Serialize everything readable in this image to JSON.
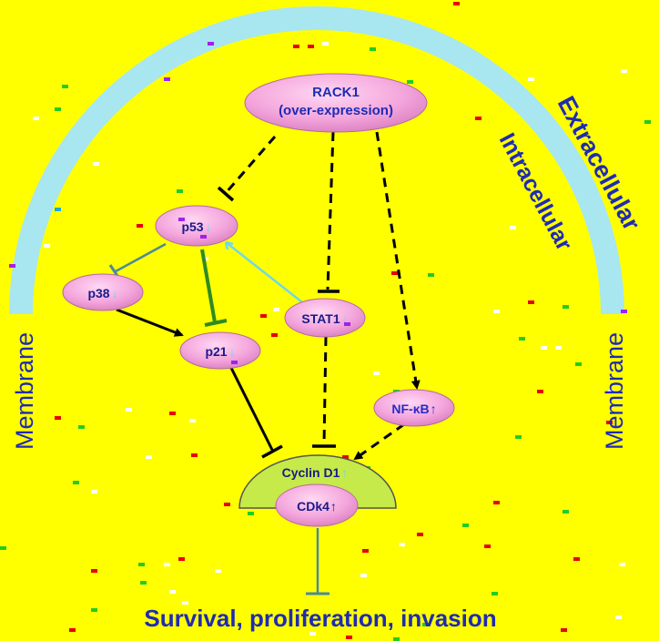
{
  "compartments": {
    "extracellular": "Extracellular",
    "intracellular": "Intracellular",
    "membrane_left": "Membrane",
    "membrane_right": "Membrane"
  },
  "nodes": {
    "rack1": {
      "line1": "RACK1",
      "line2": "(over-expression)"
    },
    "p53": {
      "name": "p53",
      "arrow": "↓"
    },
    "p38": {
      "name": "p38",
      "arrow": "↓"
    },
    "stat1": {
      "name": "STAT1",
      "arrow": "↓"
    },
    "p21": {
      "name": "p21",
      "arrow": "↓"
    },
    "nfkb": {
      "name": "NF-κB",
      "arrow": "↑"
    },
    "cyclin_d1": {
      "name": "Cyclin D1",
      "arrow": "↑"
    },
    "cdk4": {
      "name": "CDk4",
      "arrow": "↑"
    }
  },
  "outcome": "Survival, proliferation, invasion",
  "colors": {
    "background": "#ffff00",
    "membrane": "#a8e6f0",
    "node_fill": "#f4a6dc",
    "label_blue": "#1f2bb3",
    "nfkb_text": "#2a2ac8",
    "cyclin_arc": "#c6ea4a",
    "green_inhibit": "#2e8b22",
    "teal_line": "#4a8a9a"
  }
}
